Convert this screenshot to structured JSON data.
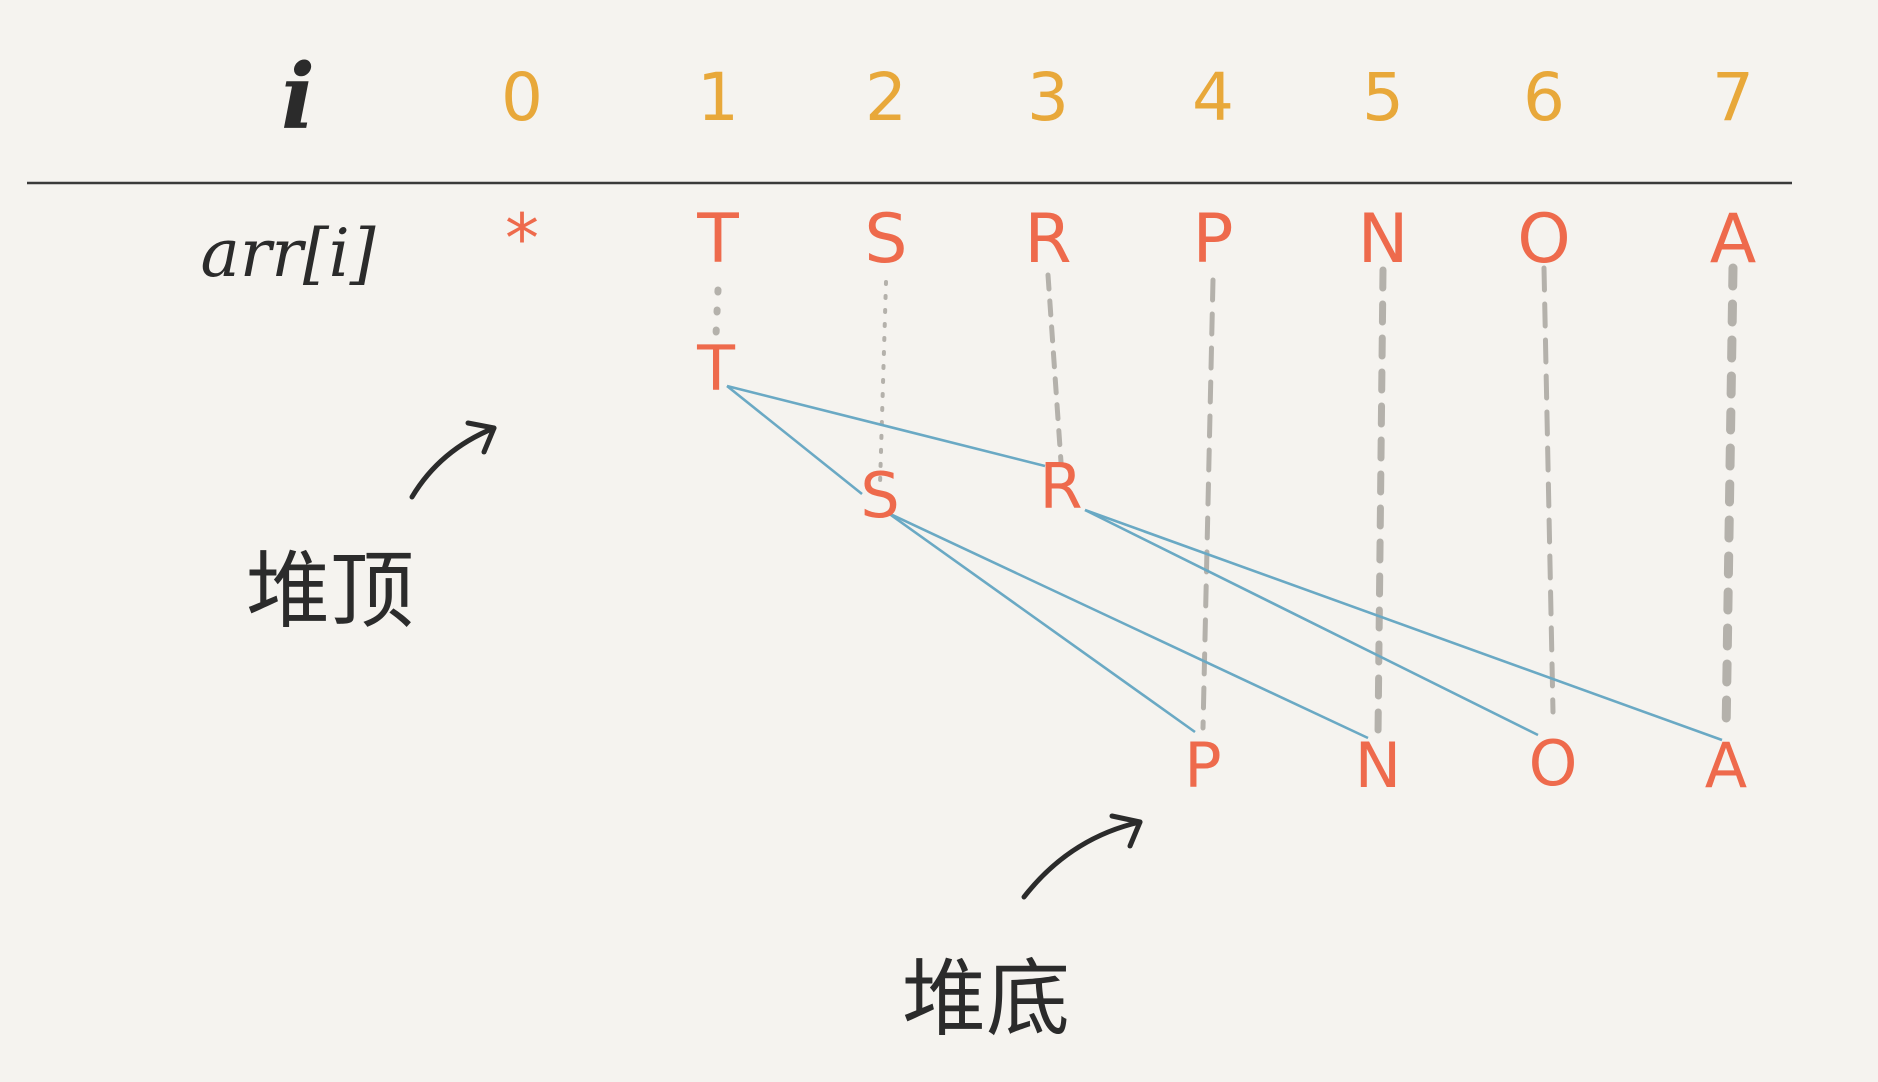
{
  "header": {
    "index_label": "i",
    "array_label": "arr[i]"
  },
  "indices": [
    "0",
    "1",
    "2",
    "3",
    "4",
    "5",
    "6",
    "7"
  ],
  "values": [
    "*",
    "T",
    "S",
    "R",
    "P",
    "N",
    "O",
    "A"
  ],
  "tree": {
    "nodes": [
      "T",
      "S",
      "R",
      "P",
      "N",
      "O",
      "A"
    ],
    "edges": [
      [
        "T",
        "S"
      ],
      [
        "T",
        "R"
      ],
      [
        "S",
        "P"
      ],
      [
        "S",
        "N"
      ],
      [
        "R",
        "O"
      ],
      [
        "R",
        "A"
      ]
    ]
  },
  "annotations": {
    "top_label": "堆顶",
    "bottom_label": "堆底"
  },
  "colors": {
    "index": "#e8a83a",
    "value": "#ee6a4c",
    "edge": "#6aa9c4",
    "guide": "#b4b1ab",
    "ink": "#2b2b2b",
    "background": "#f5f3ef"
  }
}
